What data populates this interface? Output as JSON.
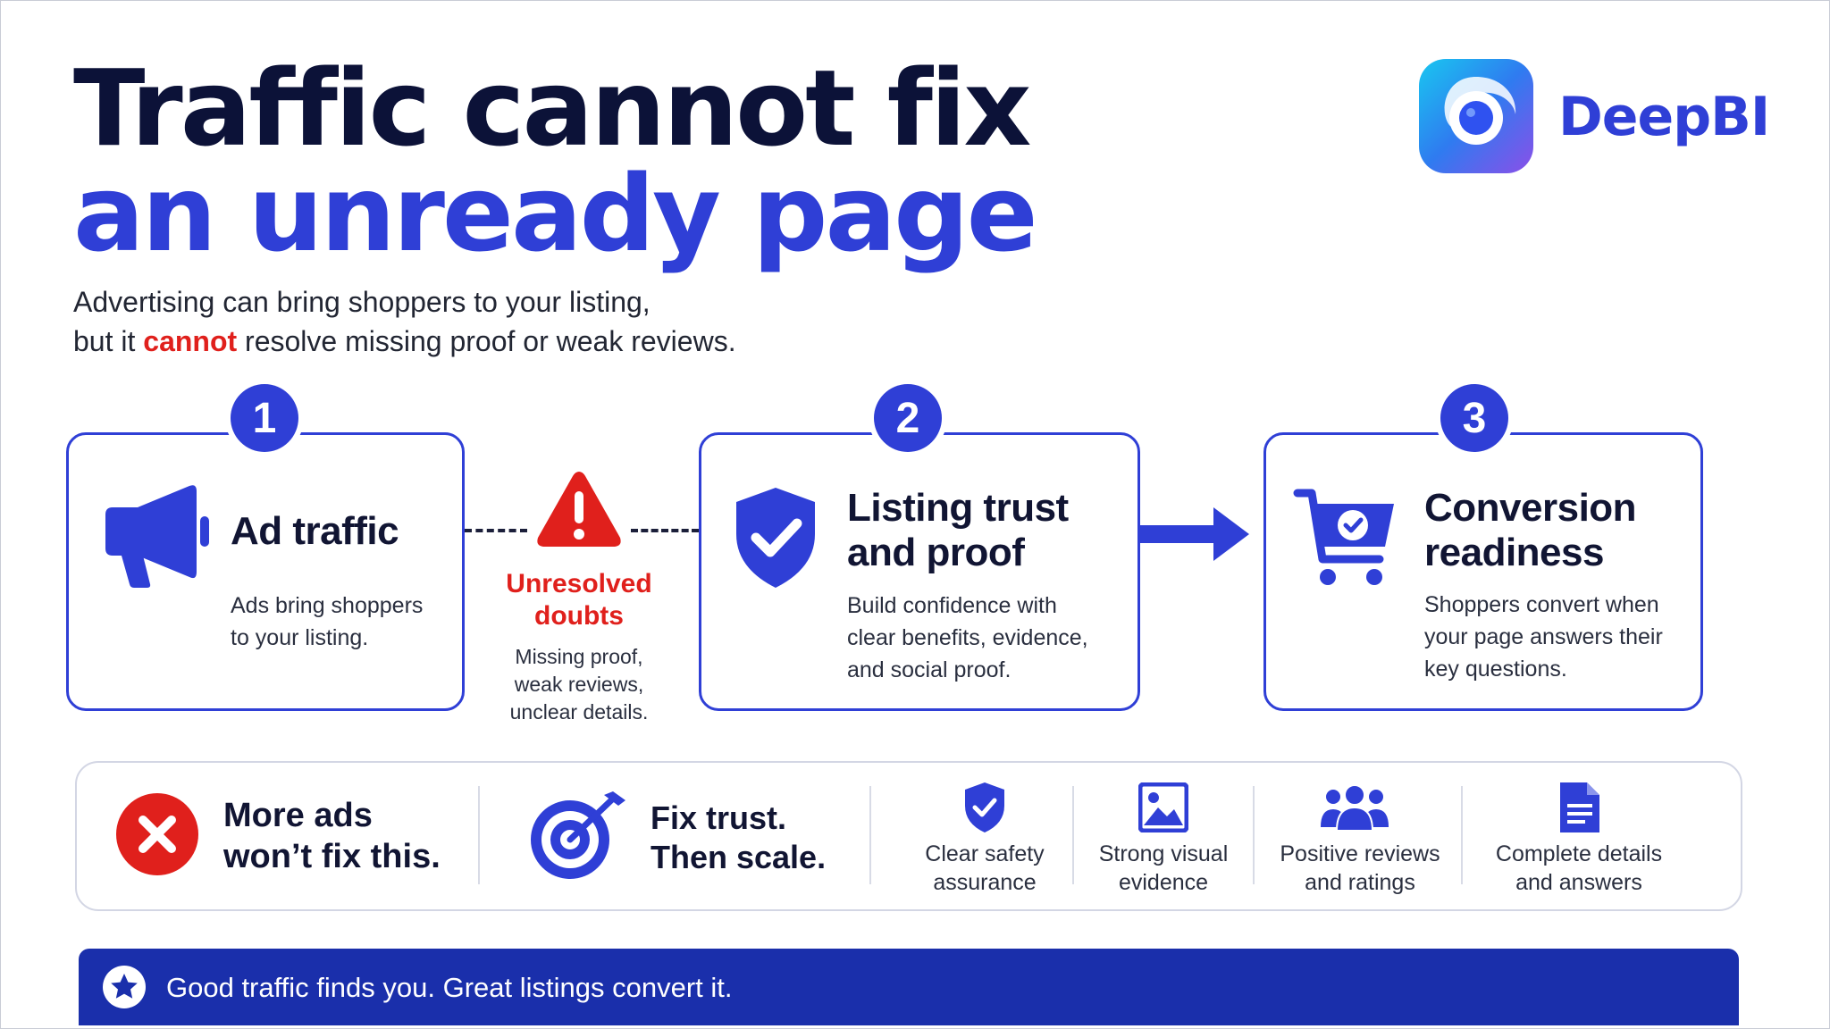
{
  "header": {
    "title_line1": "Traffic cannot fix",
    "title_line2": "an unready page",
    "subtitle_line1": "Advertising can bring shoppers to your listing,",
    "subtitle_line2_before": "but it ",
    "subtitle_line2_accent": "cannot",
    "subtitle_line2_after": " resolve missing proof or weak reviews."
  },
  "brand": {
    "name": "DeepBI",
    "logo_icon": "deepbi-logo-icon"
  },
  "colors": {
    "primary": "#2f3fd6",
    "dark": "#0c1238",
    "alert": "#e0201c",
    "banner": "#1a2fab"
  },
  "steps": [
    {
      "number": "1",
      "icon": "megaphone-icon",
      "title_lines": [
        "Ad traffic"
      ],
      "desc_lines": [
        "Ads bring shoppers",
        "to your listing."
      ]
    },
    {
      "number": "2",
      "icon": "shield-check-icon",
      "title_lines": [
        "Listing trust",
        "and proof"
      ],
      "desc_lines": [
        "Build confidence with",
        "clear benefits, evidence,",
        "and social proof."
      ]
    },
    {
      "number": "3",
      "icon": "cart-check-icon",
      "title_lines": [
        "Conversion",
        "readiness"
      ],
      "desc_lines": [
        "Shoppers convert when",
        "your page answers their",
        "key questions."
      ]
    }
  ],
  "warning": {
    "icon": "warning-triangle-icon",
    "title_lines": [
      "Unresolved",
      "doubts"
    ],
    "desc_lines": [
      "Missing proof,",
      "weak reviews,",
      "unclear details."
    ]
  },
  "panel": {
    "no_more_ads": {
      "icon": "x-circle-icon",
      "lines": [
        "More ads",
        "won’t fix this."
      ]
    },
    "fix_trust": {
      "icon": "target-icon",
      "lines": [
        "Fix trust.",
        "Then scale."
      ]
    },
    "features": [
      {
        "icon": "shield-check-small-icon",
        "lines": [
          "Clear safety",
          "assurance"
        ]
      },
      {
        "icon": "image-icon",
        "lines": [
          "Strong visual",
          "evidence"
        ]
      },
      {
        "icon": "users-icon",
        "lines": [
          "Positive reviews",
          "and ratings"
        ]
      },
      {
        "icon": "document-icon",
        "lines": [
          "Complete details",
          "and answers"
        ]
      }
    ]
  },
  "banner": {
    "icon": "star-circle-icon",
    "text": "Good traffic finds you. Great listings convert it."
  }
}
